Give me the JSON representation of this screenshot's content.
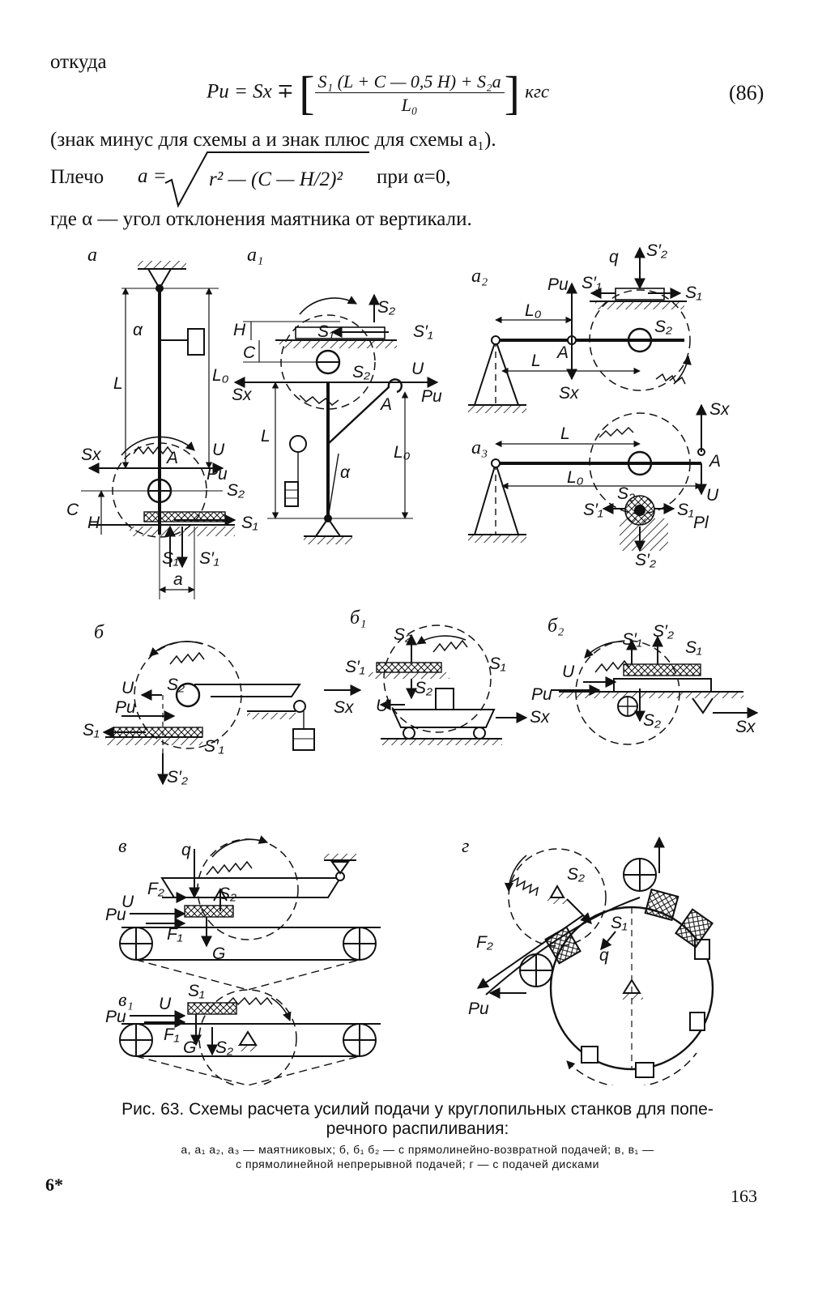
{
  "text": {
    "whence": "откуда",
    "sign_note": "(знак минус для схемы а и знак плюс для схемы а₁).",
    "arm_prefix": "Плечо",
    "arm_suffix": "при α=0,",
    "alpha_note": "где α — угол отклонения маятника от вертикали."
  },
  "formula": {
    "lhs": "Pu = Sx ∓",
    "numerator": "S₁ (L + C — 0,5 H) + S₂a",
    "denominator": "L₀",
    "unit": "кгс",
    "number": "(86)",
    "arm_var": "a =",
    "arm_radicand": "r² — (C — H/2)²"
  },
  "figure": {
    "panels": [
      "а",
      "а₁",
      "а₂",
      "а₃",
      "б",
      "б₁",
      "б₂",
      "в",
      "в₁",
      "г"
    ],
    "labels": {
      "S1": "S₁",
      "S1p": "S′₁",
      "S2": "S₂",
      "S2p": "S′₂",
      "Sx": "Sx",
      "Pu": "Pu",
      "U": "U",
      "L": "L",
      "L0": "L₀",
      "A": "A",
      "C": "C",
      "H": "H",
      "a": "a",
      "alpha": "α",
      "q": "q",
      "F1": "F₁",
      "F2": "F₂",
      "G": "G",
      "Pl": "Pl"
    }
  },
  "caption": {
    "title_line1": "Рис. 63. Схемы расчета усилий подачи у круглопильных станков для попе-",
    "title_line2": "речного распиливания:",
    "sub_line1": "а, а₁ а₂, а₃ — маятниковых; б, б₁ б₂ — с прямолинейно-возвратной подачей; в, в₁ —",
    "sub_line2": "с прямолинейной непрерывной подачей; г — с подачей дисками"
  },
  "footer": {
    "signature": "6*",
    "page_number": "163"
  }
}
